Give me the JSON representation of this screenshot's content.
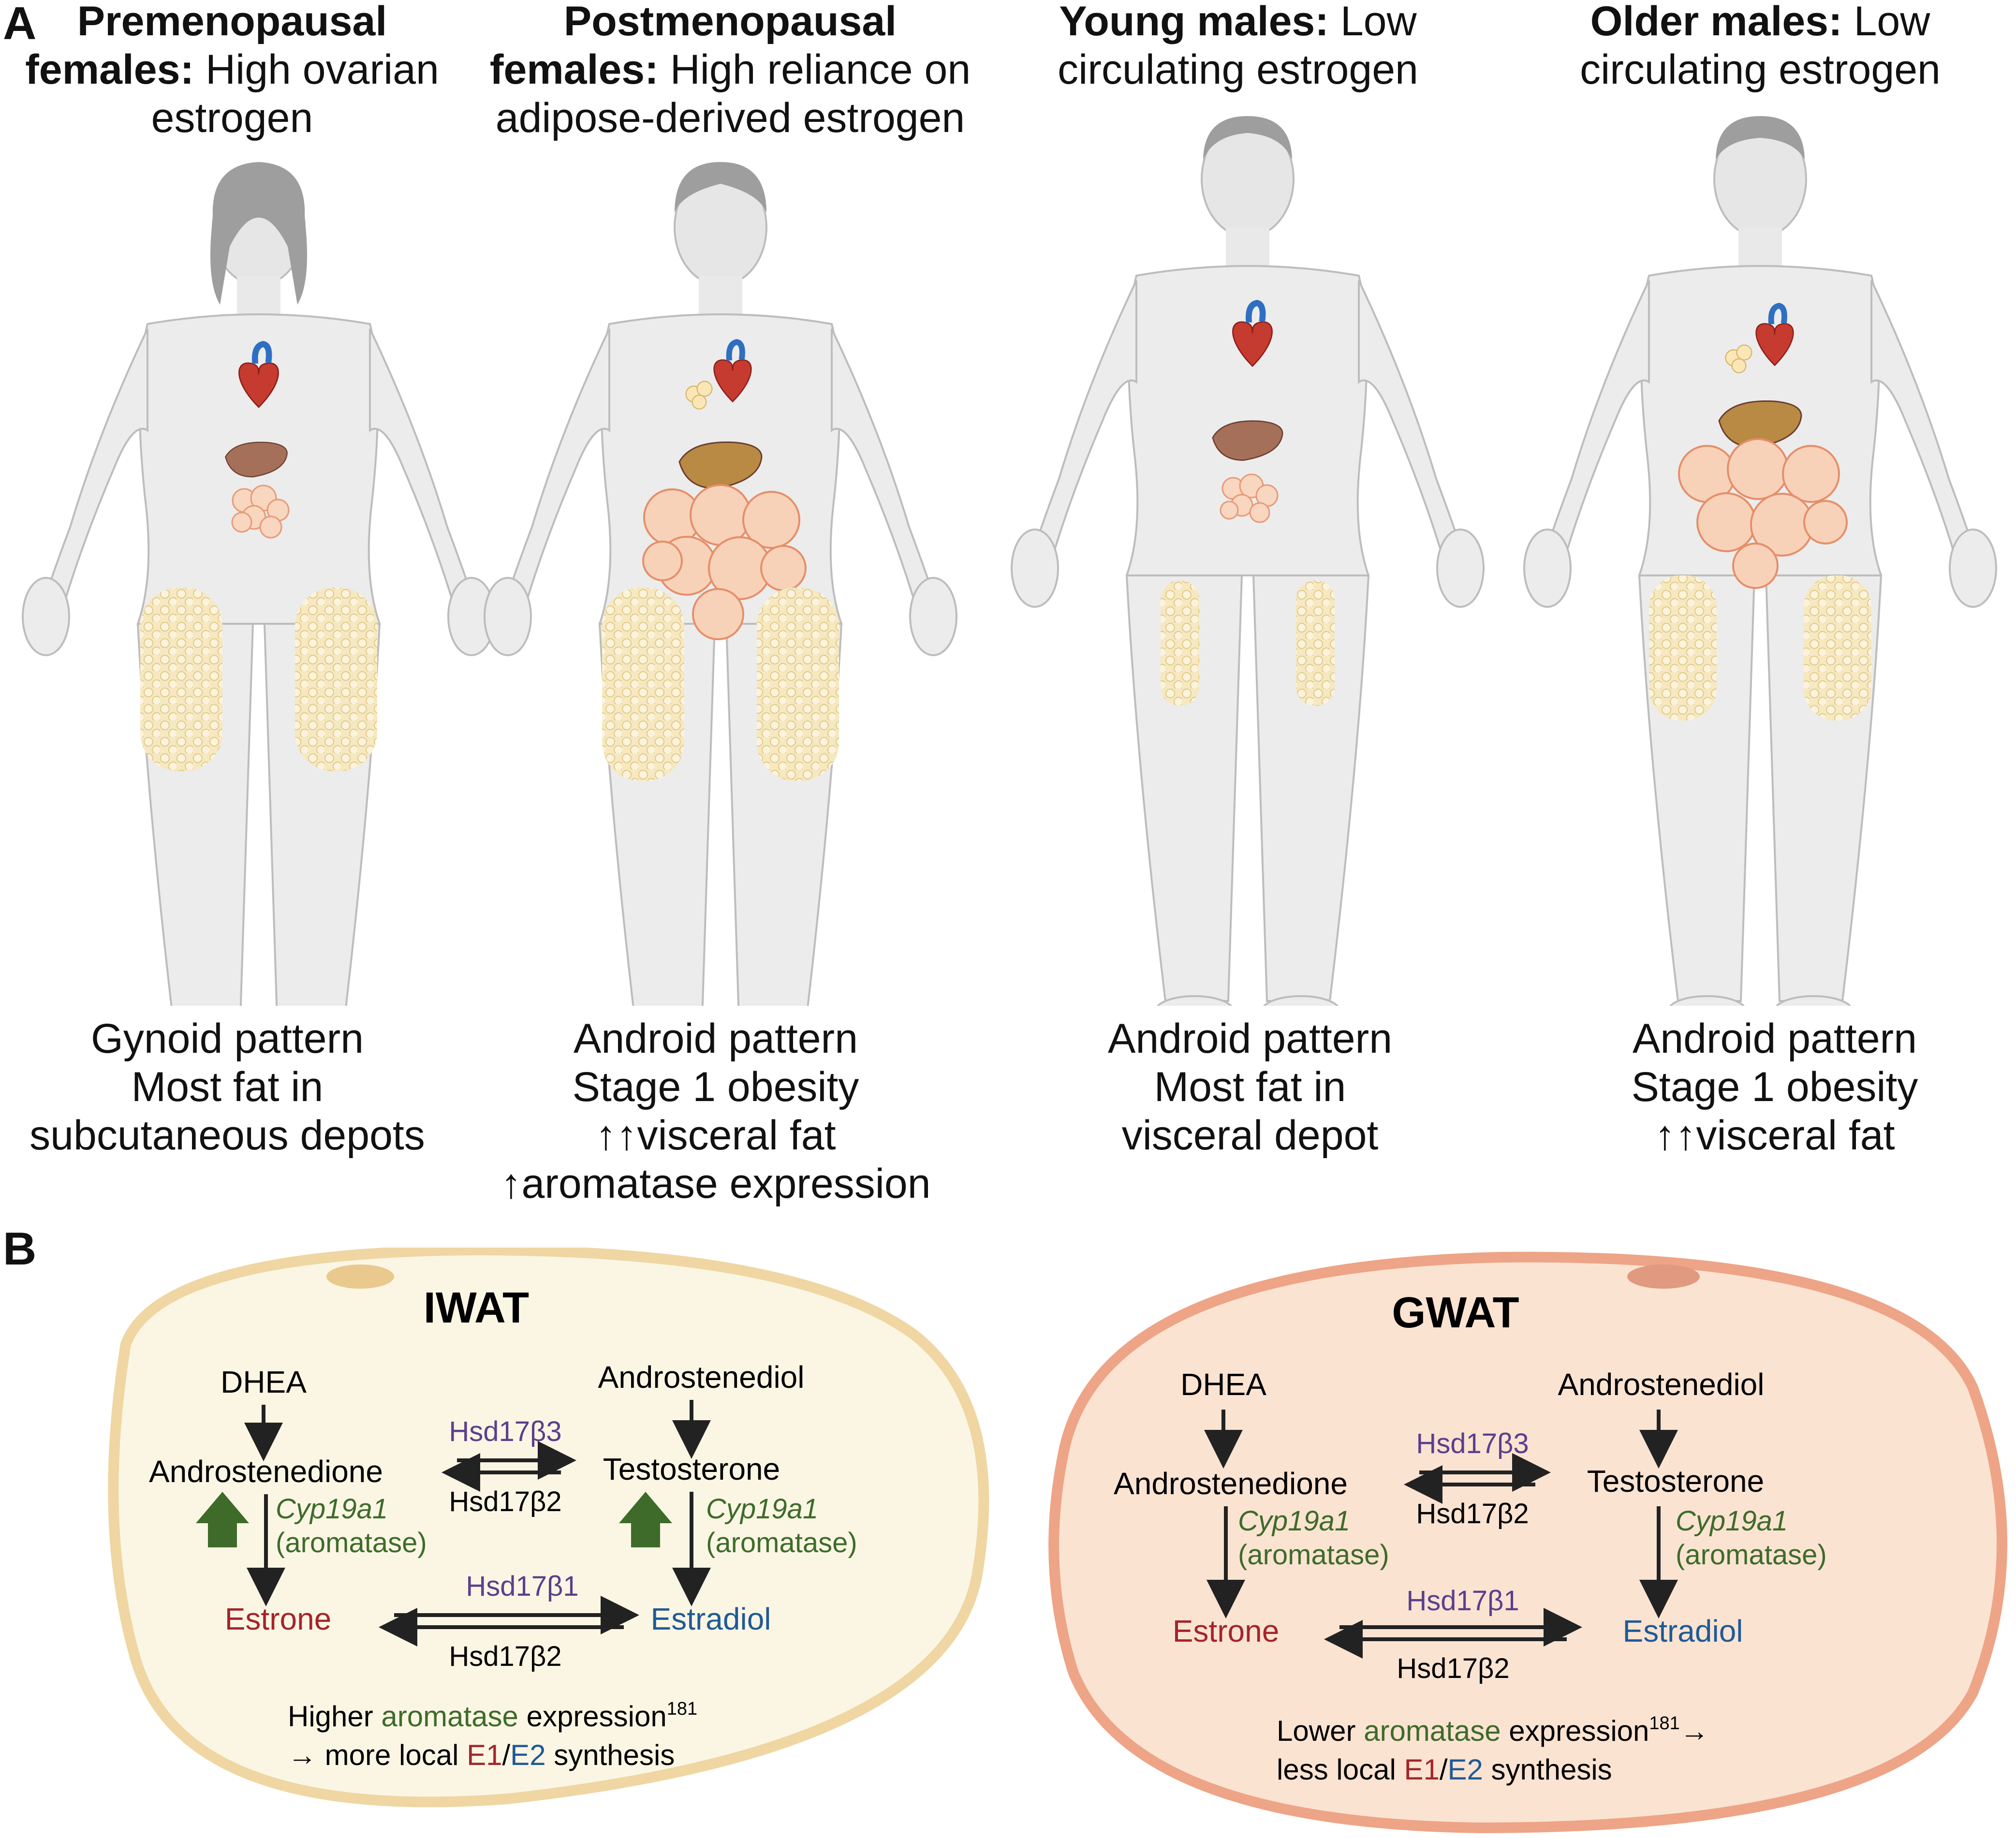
{
  "panel_a": {
    "letter": "A",
    "figures": [
      {
        "bold": "Premenopausal females:",
        "rest": "High ovarian estrogen",
        "desc": [
          "Gynoid pattern",
          "Most fat in",
          "subcutaneous depots"
        ]
      },
      {
        "bold": "Postmenopausal females:",
        "rest": "High reliance on adipose-derived estrogen",
        "desc": [
          "Android pattern",
          "Stage 1 obesity",
          "↑↑visceral fat",
          "↑aromatase expression"
        ]
      },
      {
        "bold": "Young males:",
        "rest": "Low circulating estrogen",
        "desc": [
          "Android pattern",
          "Most fat in",
          "visceral depot"
        ]
      },
      {
        "bold": "Older males:",
        "rest": "Low circulating estrogen",
        "desc": [
          "Android pattern",
          "Stage 1 obesity",
          "↑↑visceral fat"
        ]
      }
    ]
  },
  "panel_b": {
    "letter": "B",
    "cells": [
      {
        "title": "IWAT",
        "dhea": "DHEA",
        "androstenediol": "Androstenediol",
        "androstenedione": "Androstenedione",
        "testosterone": "Testosterone",
        "estrone": "Estrone",
        "estradiol": "Estradiol",
        "hsd3": "Hsd17β3",
        "hsd2a": "Hsd17β2",
        "hsd1": "Hsd17β1",
        "hsd2b": "Hsd17β2",
        "cyp_left": "Cyp19a1",
        "arom_left": "(aromatase)",
        "cyp_right": "Cyp19a1",
        "arom_right": "(aromatase)",
        "note1_a": "Higher ",
        "note1_b": "aromatase",
        "note1_c": " expression",
        "note1_sup": "181",
        "note1_d": "",
        "note2_a": "→ more local ",
        "note2_e1": "E1",
        "note2_sl": "/",
        "note2_e2": "E2",
        "note2_b": " synthesis"
      },
      {
        "title": "GWAT",
        "dhea": "DHEA",
        "androstenediol": "Androstenediol",
        "androstenedione": "Androstenedione",
        "testosterone": "Testosterone",
        "estrone": "Estrone",
        "estradiol": "Estradiol",
        "hsd3": "Hsd17β3",
        "hsd2a": "Hsd17β2",
        "hsd1": "Hsd17β1",
        "hsd2b": "Hsd17β2",
        "cyp_left": "Cyp19a1",
        "arom_left": "(aromatase)",
        "cyp_right": "Cyp19a1",
        "arom_right": "(aromatase)",
        "note1_a": "Lower ",
        "note1_b": "aromatase",
        "note1_c": " expression",
        "note1_sup": "181",
        "note1_d": "→",
        "note2_a": "less local ",
        "note2_e1": "E1",
        "note2_sl": "/",
        "note2_e2": "E2",
        "note2_b": " synthesis"
      }
    ]
  },
  "colors": {
    "purple": "#5b3f8c",
    "green": "#3e6b2a",
    "estrone_red": "#a3252a",
    "estradiol_blue": "#1f5a96",
    "iwat_fill": "#fbf6e4",
    "iwat_edge": "#efd6a2",
    "gwat_fill": "#fbe3d2",
    "gwat_edge": "#eea486",
    "body_gray": "#ececec",
    "fat_yellow": "#f3e2b0",
    "visceral": "#f8cdb0",
    "liver": "#a5705a"
  }
}
